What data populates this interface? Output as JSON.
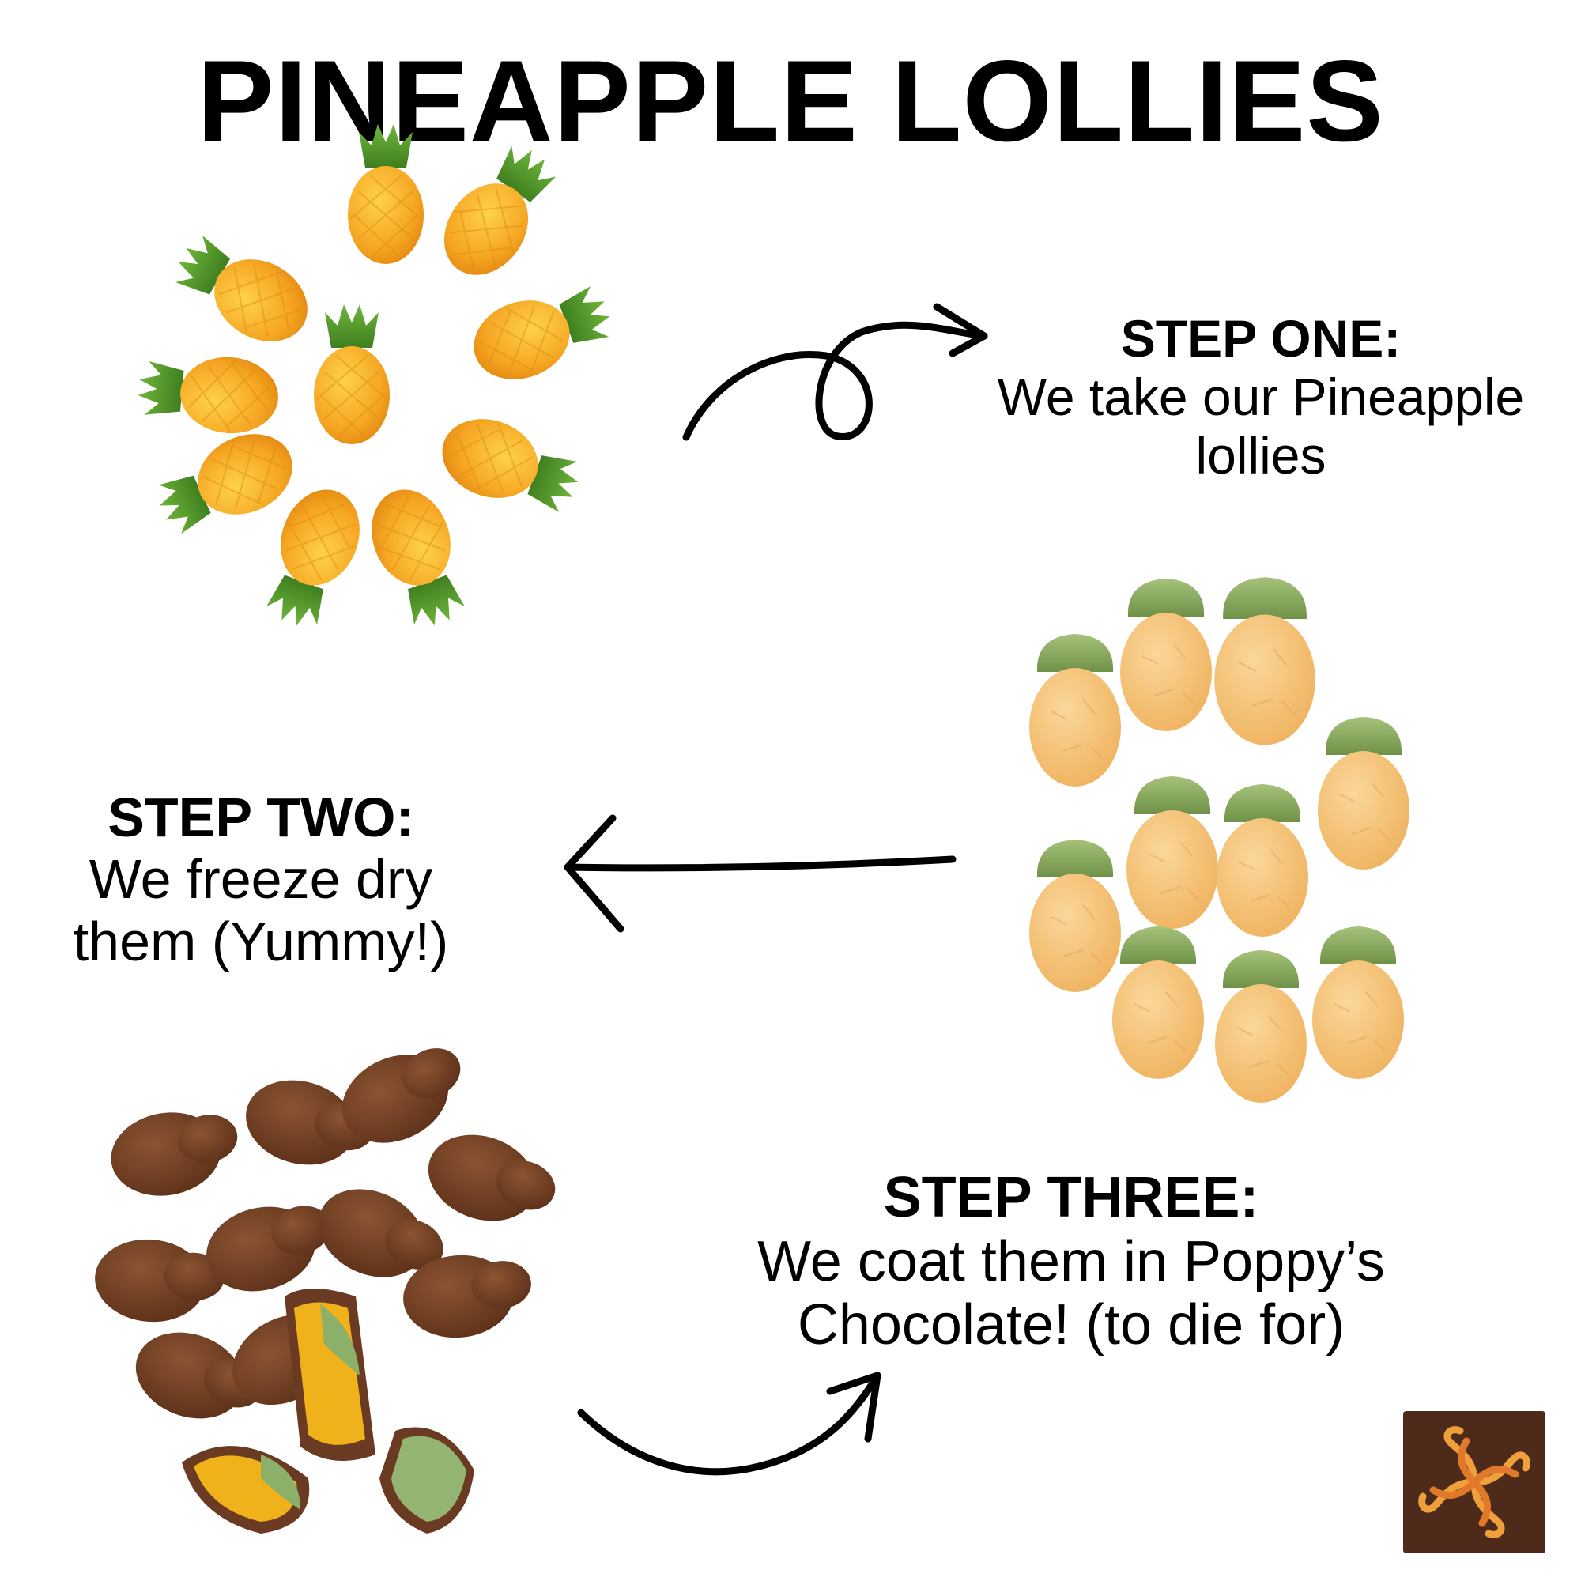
{
  "title": "PINEAPPLE LOLLIES",
  "steps": [
    {
      "head": "STEP ONE:",
      "body": "We take our Pineapple\nlollies"
    },
    {
      "head": "STEP TWO:",
      "body": "We freeze dry\nthem (Yummy!)"
    },
    {
      "head": "STEP THREE:",
      "body": "We coat them in Poppy’s\nChocolate! (to die for)"
    }
  ],
  "colors": {
    "pineapple_body": "#f5a623",
    "pineapple_leaf": "#5a9a2e",
    "freeze_dried_body": "#f6c47a",
    "freeze_dried_leaf": "#8fae63",
    "chocolate": "#6b3a22",
    "logo_bg": "#4e2a1a",
    "logo_swirl": "#f0a03a"
  },
  "icons": [
    "curly-arrow-right-icon",
    "arrow-left-icon",
    "curved-arrow-up-right-icon",
    "poppys-logo-icon"
  ]
}
